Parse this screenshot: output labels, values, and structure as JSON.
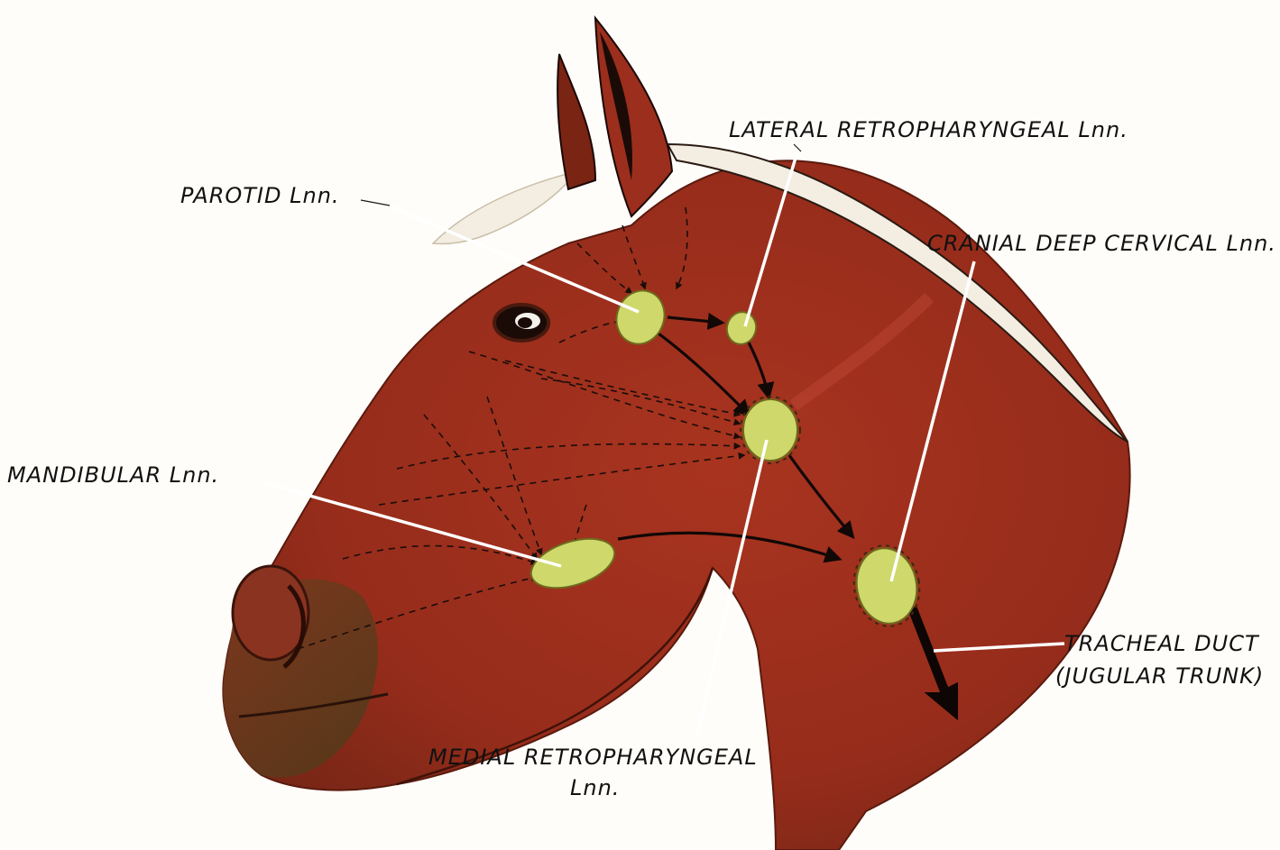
{
  "labels": {
    "parotid": "PAROTID Lnn.",
    "lateral_retropharyngeal": "LATERAL RETROPHARYNGEAL Lnn.",
    "cranial_deep_cervical": "CRANIAL DEEP CERVICAL Lnn.",
    "mandibular": "MANDIBULAR Lnn.",
    "medial_retropharyngeal_line1": "MEDIAL RETROPHARYNGEAL",
    "medial_retropharyngeal_line2": "Lnn.",
    "tracheal_duct_line1": "TRACHEAL DUCT",
    "tracheal_duct_line2": "(JUGULAR TRUNK)"
  },
  "colors": {
    "skin": "#9b2e1c",
    "skin_dark": "#6e1e12",
    "mane": "#f3ede2",
    "lymph_node": "#cfd86b",
    "background": "#fffdf9"
  }
}
